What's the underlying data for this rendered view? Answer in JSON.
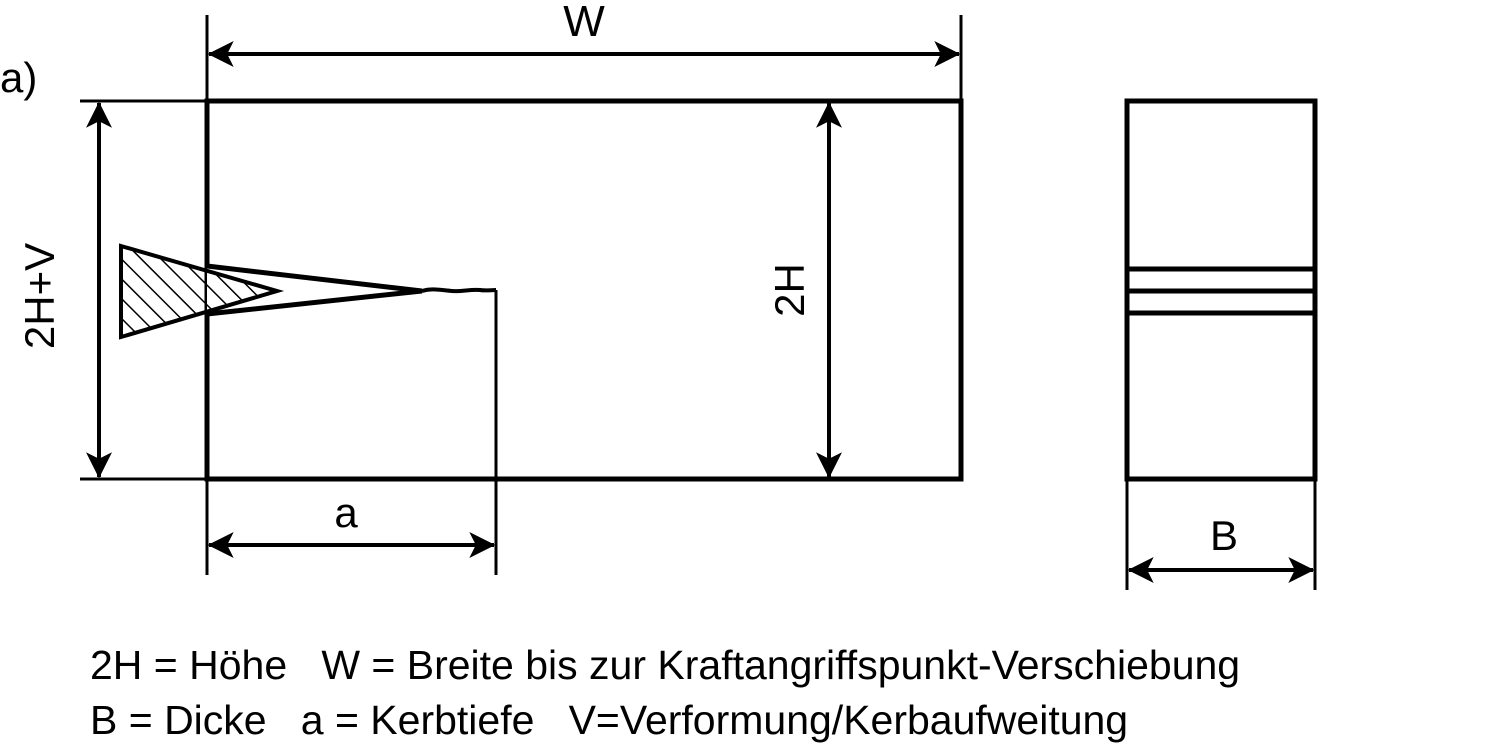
{
  "figure": {
    "panel_label": "a)"
  },
  "dimensions": {
    "width_label": "W",
    "total_height_label": "2H+V",
    "height_label": "2H",
    "notch_depth_label": "a",
    "thickness_label": "B"
  },
  "legend": {
    "line1": "2H = Höhe   W = Breite bis zur Kraftangriffspunkt-Verschiebung",
    "line2": "B = Dicke   a = Kerbtiefe   V=Verformung/Kerbaufweitung"
  },
  "colors": {
    "ink": "#000000",
    "background": "#ffffff"
  }
}
